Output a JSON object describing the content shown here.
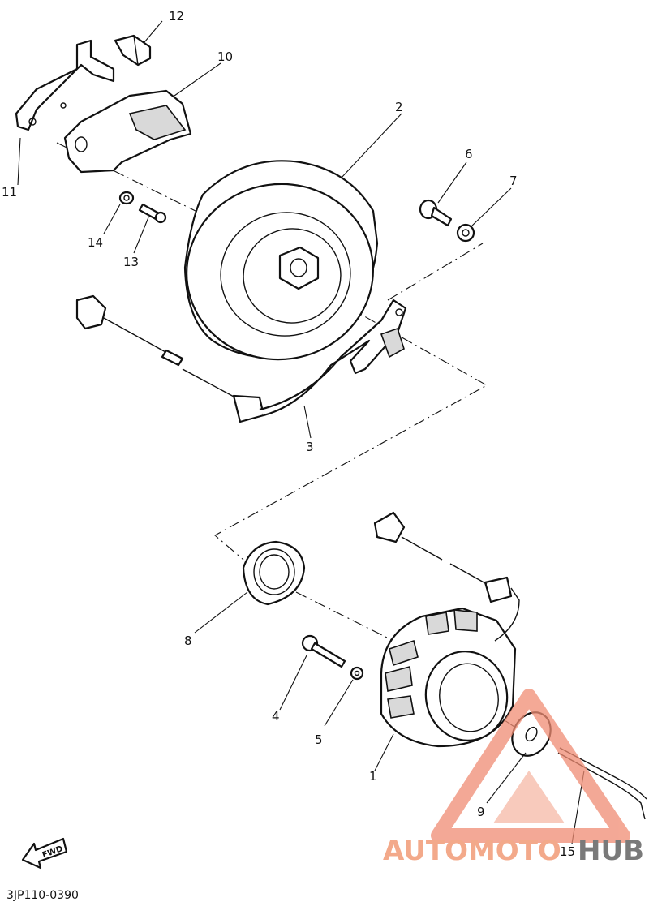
{
  "diagram": {
    "code": "3JP110-0390",
    "fwd_label": "FWD",
    "callouts": [
      "1",
      "2",
      "3",
      "4",
      "5",
      "6",
      "7",
      "8",
      "9",
      "10",
      "11",
      "12",
      "13",
      "14",
      "15"
    ]
  },
  "watermark": {
    "brand_part1": "AUTOMOTO",
    "brand_part2": "HUB",
    "accent_color": "#f08c73",
    "text_gray": "#7a7a7a"
  }
}
